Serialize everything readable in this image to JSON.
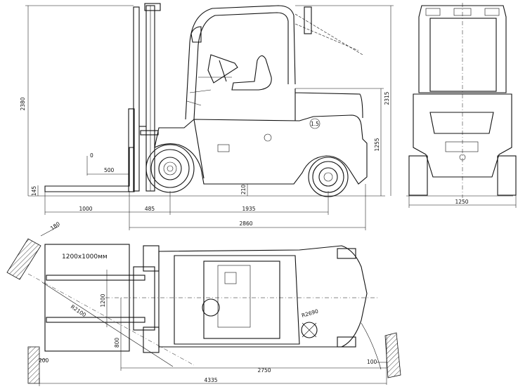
{
  "dimensions": {
    "overall_height": "2380",
    "cab_height": "2315",
    "hood_height": "1255",
    "lift_start": "0",
    "lift_offset": "500",
    "fork_thickness": "145",
    "ground_clearance": "210",
    "fork_length": "1000",
    "front_overhang": "485",
    "wheelbase": "1935",
    "length_to_fork_face": "2860",
    "track_width": "1250",
    "turn_corner": "180",
    "load_size": "1200x1000мм",
    "carriage_width": "1200",
    "inner_radius": "R2100",
    "outer_radius": "R2690",
    "fork_spread": "800",
    "left_gap": "200",
    "right_gap": "100",
    "aisle_length": "2750",
    "total_length": "4335"
  },
  "badge": {
    "cab_number": "1.5"
  }
}
